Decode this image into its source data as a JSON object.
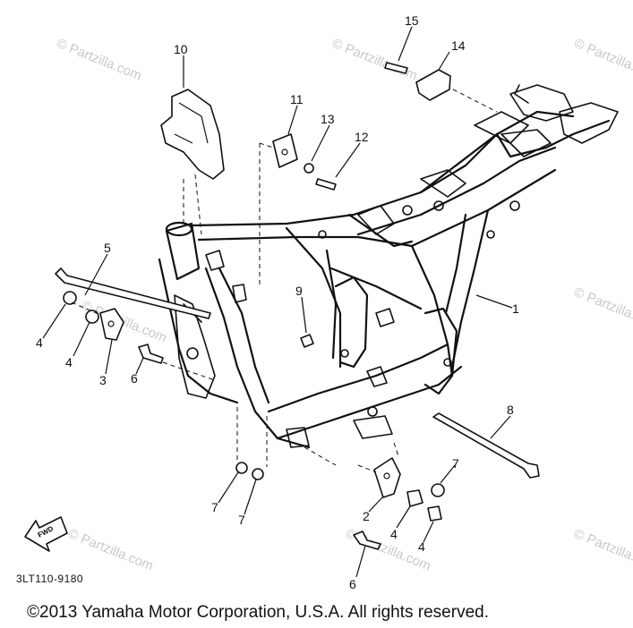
{
  "diagram_code": "3LT110-9180",
  "copyright": "©2013  Yamaha Motor Corporation, U.S.A. All rights reserved.",
  "watermark": "© Partzilla.com",
  "fwd_label": "FWD",
  "callouts": [
    "1",
    "2",
    "3",
    "4",
    "4",
    "4",
    "4",
    "5",
    "6",
    "6",
    "7",
    "7",
    "7",
    "8",
    "9",
    "10",
    "11",
    "12",
    "13",
    "14",
    "15"
  ],
  "colors": {
    "line": "#111111",
    "watermark": "#c9c9c9",
    "background": "#ffffff"
  }
}
